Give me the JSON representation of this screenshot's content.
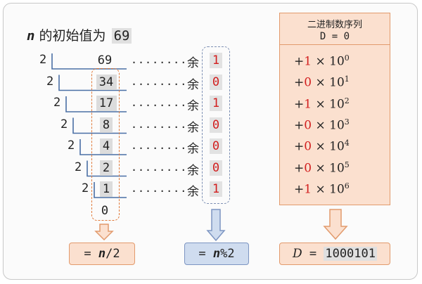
{
  "title": {
    "var": "n",
    "text": "的初始值为",
    "value": "69"
  },
  "division": {
    "divisor": "2",
    "quotients": [
      "69",
      "34",
      "17",
      "8",
      "4",
      "2",
      "1",
      "0"
    ],
    "remainder_label": "余",
    "remainders": [
      "1",
      "0",
      "1",
      "0",
      "0",
      "0",
      "1"
    ],
    "dots": "........"
  },
  "results": {
    "quotient_formula": "= n/2",
    "quotient_prefix": "= ",
    "quotient_var": "n",
    "quotient_suffix": "/2",
    "remainder_prefix": "= ",
    "remainder_var": "n",
    "remainder_suffix": "%2",
    "binary_var": "D",
    "binary_eq": " = ",
    "binary_value": "1000101"
  },
  "panel": {
    "title": "二进制数序列",
    "init": "D = 0",
    "terms": [
      {
        "sign": "+",
        "bit": "1",
        "times": "×",
        "base": "10",
        "exp": "0"
      },
      {
        "sign": "+",
        "bit": "0",
        "times": "×",
        "base": "10",
        "exp": "1"
      },
      {
        "sign": "+",
        "bit": "1",
        "times": "×",
        "base": "10",
        "exp": "2"
      },
      {
        "sign": "+",
        "bit": "0",
        "times": "×",
        "base": "10",
        "exp": "3"
      },
      {
        "sign": "+",
        "bit": "0",
        "times": "×",
        "base": "10",
        "exp": "4"
      },
      {
        "sign": "+",
        "bit": "0",
        "times": "×",
        "base": "10",
        "exp": "5"
      },
      {
        "sign": "+",
        "bit": "1",
        "times": "×",
        "base": "10",
        "exp": "6"
      }
    ]
  },
  "colors": {
    "bit_red": "#d21e1e",
    "orange_fill": "#fbe0cf",
    "orange_border": "#e29a6c",
    "blue_fill": "#cfdcef",
    "blue_border": "#7d95c2",
    "division_line": "#4a6fa5"
  }
}
